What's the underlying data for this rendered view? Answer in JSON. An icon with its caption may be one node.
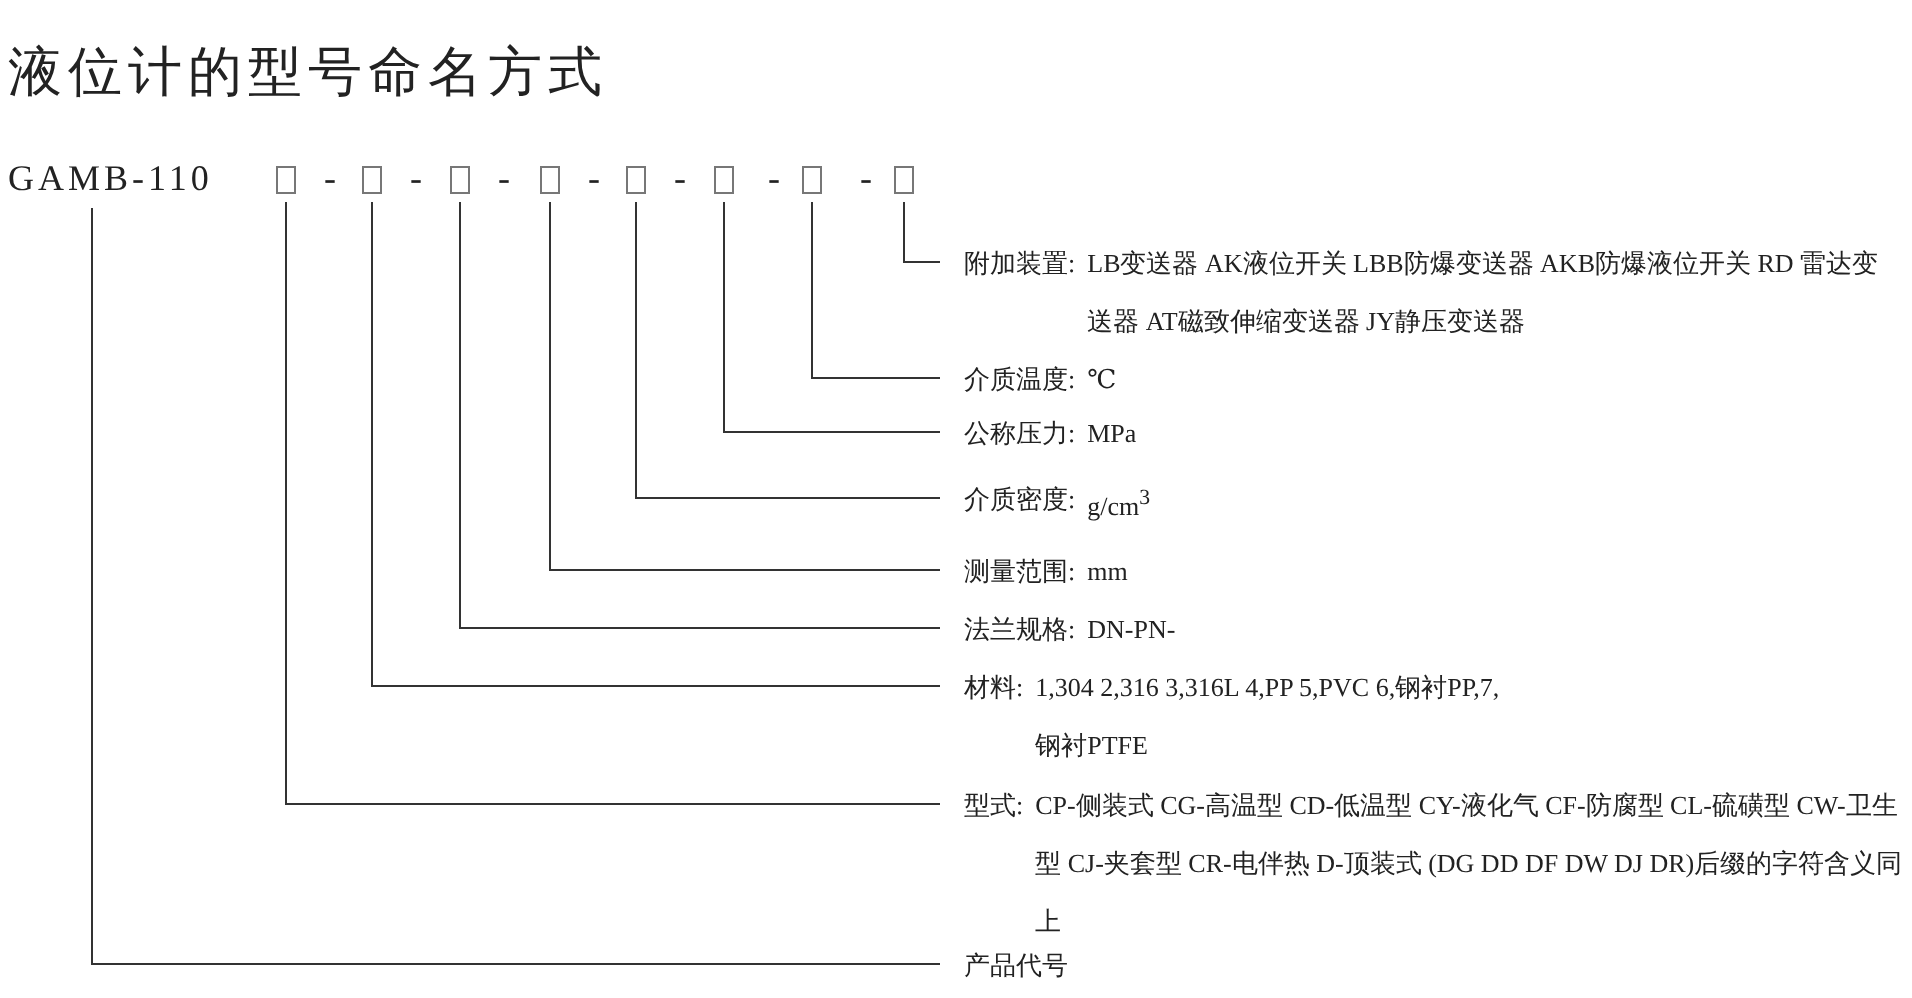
{
  "diagram": {
    "title": "液位计的型号命名方式",
    "nodes": [
      {
        "text": [
          "GAMB-110"
        ]
      },
      {
        "text": [],
        "shape": "box"
      },
      {
        "text": [],
        "shape": "box"
      },
      {
        "text": [],
        "shape": "box"
      },
      {
        "text": [],
        "shape": "box"
      },
      {
        "text": [],
        "shape": "box"
      },
      {
        "text": [],
        "shape": "box"
      },
      {
        "text": [],
        "shape": "box"
      },
      {
        "text": [],
        "shape": "box"
      },
      {
        "text": [
          "附加装置:",
          "LB变送器 AK液位开关 LBB防爆变送器 AKB防爆液位开关 RD 雷达变送器 AT磁致伸缩变送器 JY静压变送器"
        ]
      },
      {
        "text": [
          "介质温度:",
          "℃"
        ]
      },
      {
        "text": [
          "公称压力:",
          "MPa"
        ]
      },
      {
        "text": [
          "介质密度:",
          "g/cm$^{3}$"
        ]
      },
      {
        "text": [
          "测量范围:",
          "mm"
        ]
      },
      {
        "text": [
          "法兰规格:",
          "DN-PN-"
        ]
      },
      {
        "text": [
          "材料:",
          "1,304 2,316 3,316L 4,PP 5,PVC 6,钢衬PP,7,钢衬PTFE"
        ]
      },
      {
        "text": [
          "型式:",
          "CP-侧装式 CG-高温型 CD-低温型 CY-液化气 CF-防腐型 CL-硫磺型 CW-卫生型 CJ-夹套型 CR-电伴热 D-顶装式 (DG DD DF DW DJ DR)后缀的字符含义同上"
        ]
      },
      {
        "text": [
          "产品代号"
        ]
      }
    ],
    "edges": [
      {
        "from": 8,
        "to": 9,
        "arrow": "none"
      },
      {
        "from": 7,
        "to": 10,
        "arrow": "none"
      },
      {
        "from": 6,
        "to": 11,
        "arrow": "none"
      },
      {
        "from": 5,
        "to": 12,
        "arrow": "none"
      },
      {
        "from": 4,
        "to": 13,
        "arrow": "none"
      },
      {
        "from": 3,
        "to": 14,
        "arrow": "none"
      },
      {
        "from": 2,
        "to": 15,
        "arrow": "none"
      },
      {
        "from": 1,
        "to": 16,
        "arrow": "none"
      },
      {
        "from": 0,
        "to": 17,
        "arrow": "none"
      }
    ],
    "labels": [
      "-",
      "-",
      "-",
      "-",
      "-",
      "-",
      "-"
    ]
  }
}
